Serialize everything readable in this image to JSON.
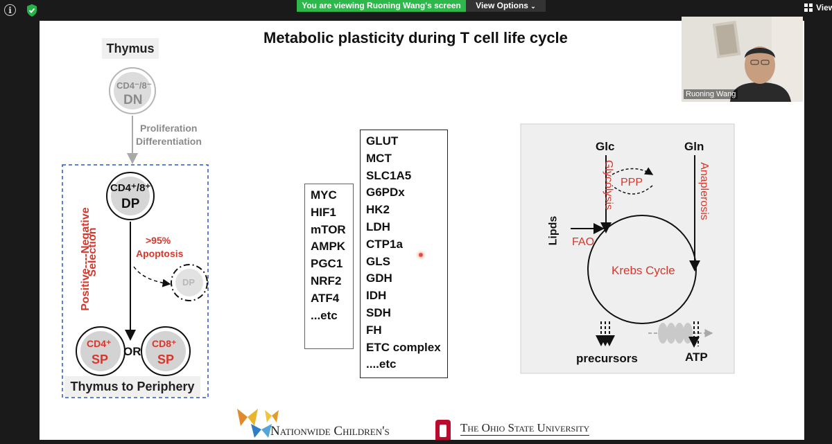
{
  "zoom": {
    "banner_text": "You are viewing Ruoning Wang's screen",
    "view_options_label": "View Options",
    "view_button_label": "View",
    "participant_name": "Ruoning Wang"
  },
  "slide": {
    "title": "Metabolic plasticity during T cell life cycle",
    "thymus_label": "Thymus",
    "periphery_label": "Thymus to Periphery",
    "dn_cell": {
      "marker": "CD4⁻/8⁻",
      "type": "DN"
    },
    "prolif_line1": "Proliferation",
    "prolif_line2": "Differentiation",
    "dp_cell": {
      "marker": "CD4⁺/8⁺",
      "type": "DP"
    },
    "selection_line1": "Positive----Negative",
    "selection_line2": "Selection",
    "apoptosis_line1": ">95%",
    "apoptosis_line2": "Apoptosis",
    "dp_dead_label": "DP",
    "cd4_cell": {
      "marker": "CD4⁺",
      "type": "SP"
    },
    "or_label": "OR",
    "cd8_cell": {
      "marker": "CD8⁺",
      "type": "SP"
    },
    "regulators": [
      "MYC",
      "HIF1",
      "mTOR",
      "AMPK",
      "PGC1",
      "NRF2",
      "ATF4",
      "...etc"
    ],
    "enzymes": [
      "GLUT",
      "MCT",
      "SLC1A5",
      "G6PDx",
      "HK2",
      "LDH",
      "CTP1a",
      "GLS",
      "GDH",
      "IDH",
      "SDH",
      "FH",
      "ETC complex",
      "....etc"
    ],
    "krebs": {
      "glc": "Glc",
      "gln": "Gln",
      "glycolysis": "Glycolysis",
      "anaplerosis": "Anaplerosis",
      "ppp": "PPP",
      "lipids": "Lipds",
      "fao": "FAO",
      "cycle": "Krebs Cycle",
      "precursors": "precursors",
      "atp": "ATP"
    },
    "logos": {
      "nationwide": "Nationwide Children's",
      "osu": "The Ohio State University"
    }
  },
  "colors": {
    "accent_red": "#d9362b",
    "banner_green": "#2eb84b",
    "cell_gray": "#cfcfcf",
    "osu_scarlet": "#ba0c2f"
  }
}
